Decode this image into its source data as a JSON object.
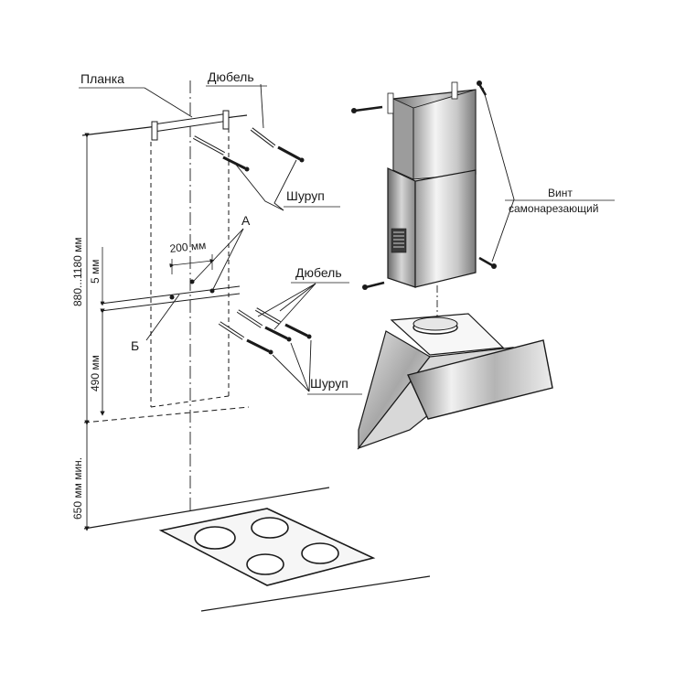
{
  "labels": {
    "planka": "Планка",
    "dubel_top": "Дюбель",
    "shurup_top": "Шуруп",
    "vint_line1": "Винт",
    "vint_line2": "самонарезающий",
    "point_a": "А",
    "point_b": "Б",
    "dubel_mid": "Дюбель",
    "shurup_bottom": "Шуруп"
  },
  "dimensions": {
    "height_range": "880...1180 мм",
    "five_mm": "5 мм",
    "two_hundred_mm": "200 мм",
    "four_ninety_mm": "490 мм",
    "six_fifty_min": "650 мм мин."
  },
  "colors": {
    "line": "#1a1a1a",
    "steel_light": "#f2f2f2",
    "steel_mid": "#bdbdbd",
    "steel_dark": "#6e6e6e"
  }
}
